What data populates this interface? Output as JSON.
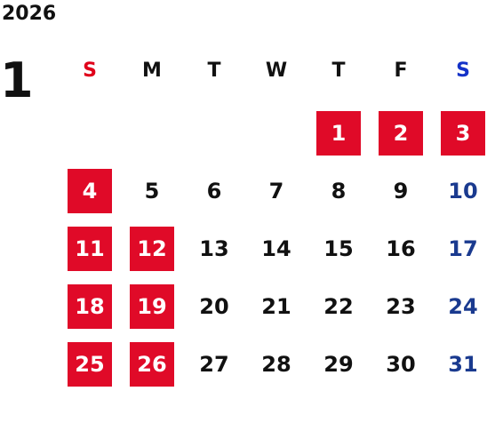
{
  "calendar": {
    "year": "2026",
    "month": "1",
    "weekdays": [
      "S",
      "M",
      "T",
      "W",
      "T",
      "F",
      "S"
    ],
    "weeks": [
      [
        null,
        null,
        null,
        null,
        "1",
        "2",
        "3"
      ],
      [
        "4",
        "5",
        "6",
        "7",
        "8",
        "9",
        "10"
      ],
      [
        "11",
        "12",
        "13",
        "14",
        "15",
        "16",
        "17"
      ],
      [
        "18",
        "19",
        "20",
        "21",
        "22",
        "23",
        "24"
      ],
      [
        "25",
        "26",
        "27",
        "28",
        "29",
        "30",
        "31"
      ]
    ],
    "highlighted_days": [
      "1",
      "2",
      "3",
      "4",
      "11",
      "12",
      "18",
      "19",
      "25",
      "26"
    ]
  },
  "colors": {
    "sunday_header": "#e0001a",
    "saturday_header": "#1432c8",
    "weekday_header": "#111111",
    "saturday_day": "#1a3a8f",
    "weekday_day": "#111111",
    "highlight_bg": "#e00a28",
    "highlight_text": "#ffffff"
  }
}
